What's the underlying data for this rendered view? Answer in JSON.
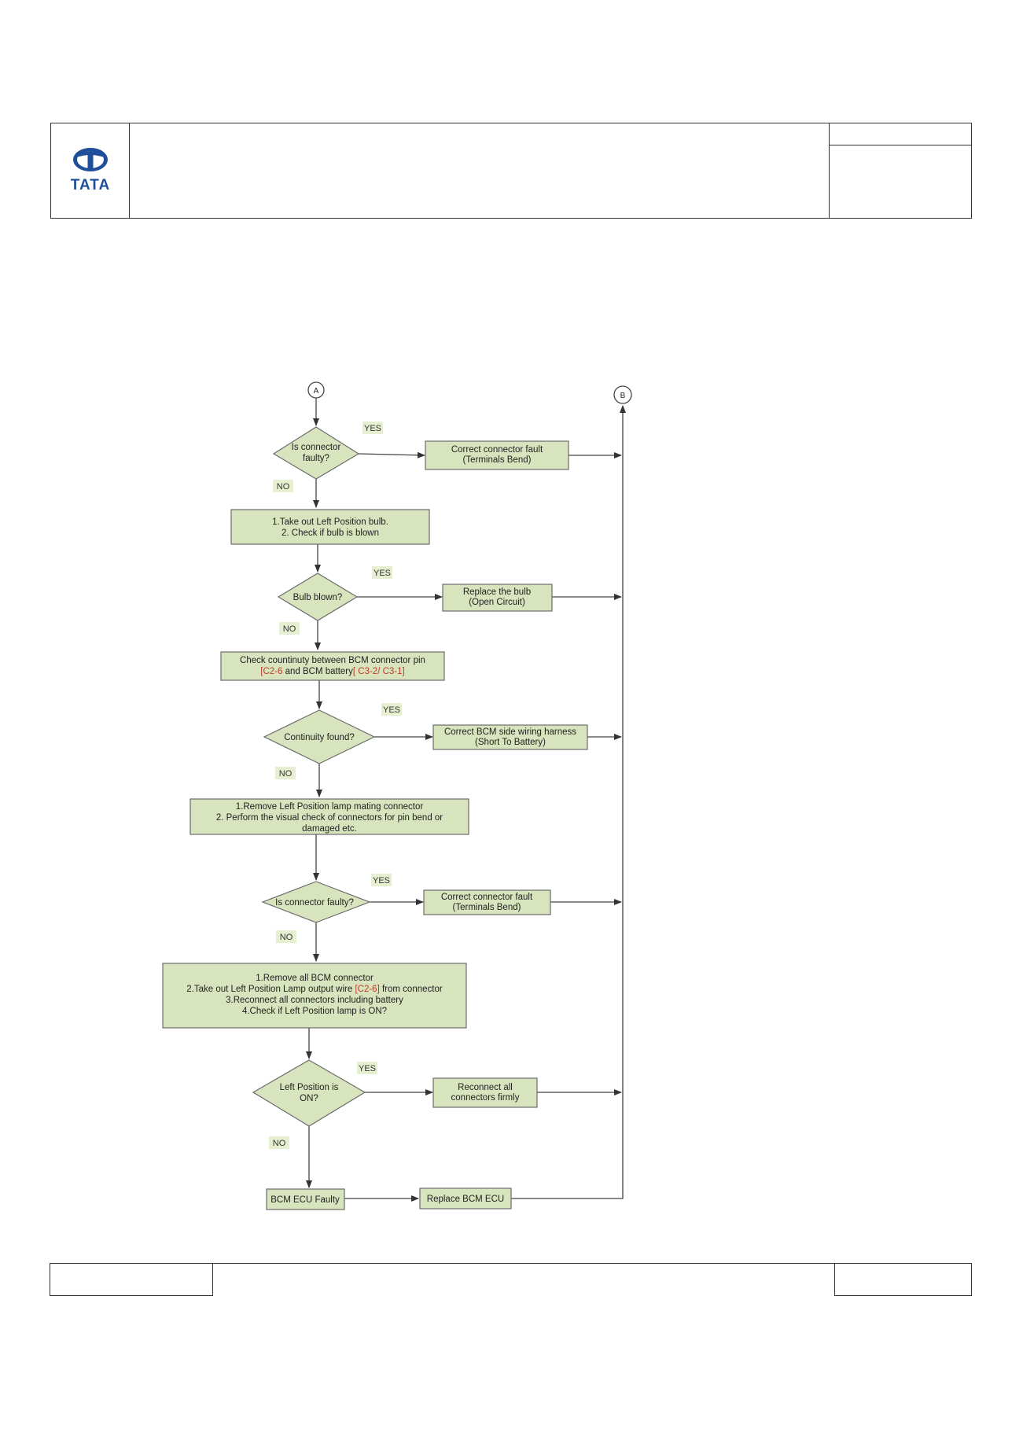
{
  "header": {
    "logo_text": "TATA"
  },
  "connectors": {
    "start": "A",
    "end": "B"
  },
  "decisions": {
    "d1": [
      "Is connector",
      "faulty?"
    ],
    "d2": [
      "Bulb blown?"
    ],
    "d3": [
      "Continuity found?"
    ],
    "d4": [
      "Is connector faulty?"
    ],
    "d5": [
      "Left Position  is",
      "ON?"
    ]
  },
  "processes": {
    "p1": [
      "1.Take out Left Position bulb.",
      "2. Check if bulb is blown"
    ],
    "p2_line1": "Check countinuty between BCM connector pin",
    "p2_pin1": "[C2-6",
    "p2_mid": " and BCM battery",
    "p2_pin2": "[ C3-2/ C3-1]",
    "p3": [
      "1.Remove Left Position lamp mating connector",
      "2. Perform the visual check of connectors for pin bend or",
      "damaged etc."
    ],
    "p4_line1": "1.Remove all BCM connector",
    "p4_line2a": "2.Take out Left Position Lamp  output wire  ",
    "p4_line2pin": "[C2-6]",
    "p4_line2b": " from connector",
    "p4_line3": "3.Reconnect all connectors including battery",
    "p4_line4": "4.Check if Left Position lamp  is ON?",
    "bcm_faulty": "BCM ECU Faulty"
  },
  "actions": {
    "a1": [
      "Correct connector fault",
      "(Terminals Bend)"
    ],
    "a2": [
      "Replace the bulb",
      "(Open Circuit)"
    ],
    "a3": [
      "Correct BCM side wiring harness",
      "(Short To Battery)"
    ],
    "a4": [
      "Correct connector fault",
      "(Terminals Bend)"
    ],
    "a5": [
      "Reconnect all",
      "connectors firmly"
    ],
    "a6": "Replace BCM  ECU"
  },
  "edge_labels": {
    "yes": "YES",
    "no": "NO"
  },
  "colors": {
    "box_fill": "#d7e4bd",
    "box_stroke": "#6b6b6b",
    "label_fill": "#e6f0d0",
    "pin_red": "#c0392b",
    "logo_blue": "#1f4e9a"
  }
}
